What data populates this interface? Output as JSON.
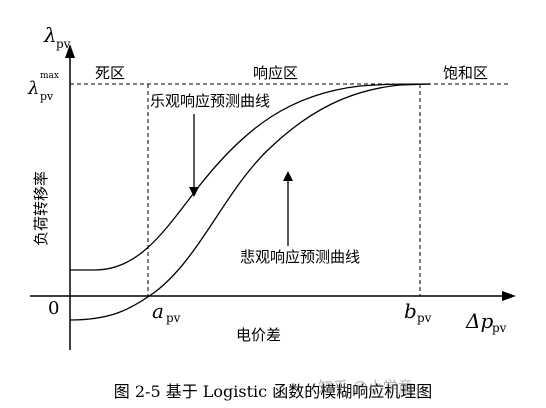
{
  "axes": {
    "y_symbol": "λ",
    "y_subscript": "pv",
    "y_axis_title": "负荷转移率",
    "x_symbol": "Δp",
    "x_subscript": "pv",
    "x_axis_title": "电价差",
    "origin_label": "0",
    "lambda_max_symbol": "λ",
    "lambda_max_sub": "pv",
    "lambda_max_sup": "max",
    "a_symbol": "a",
    "a_subscript": "pv",
    "b_symbol": "b",
    "b_subscript": "pv"
  },
  "zones": {
    "dead": "死区",
    "response": "响应区",
    "saturation": "饱和区"
  },
  "curves": {
    "optimistic": "乐观响应预测曲线",
    "pessimistic": "悲观响应预测曲线"
  },
  "caption": "图 2-5 基于 Logistic 函数的模糊响应机理图",
  "watermark": "知乎 @小学童"
}
